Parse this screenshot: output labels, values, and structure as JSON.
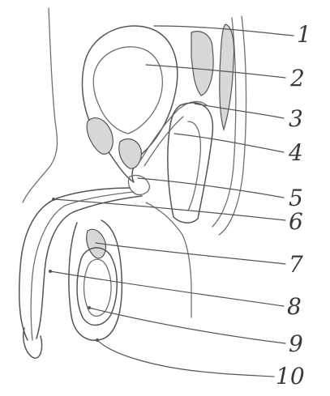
{
  "labels": [
    {
      "number": "1"
    },
    {
      "number": "2"
    },
    {
      "number": "3"
    },
    {
      "number": "4"
    },
    {
      "number": "5"
    },
    {
      "number": "6"
    },
    {
      "number": "7"
    },
    {
      "number": "8"
    },
    {
      "number": "9"
    },
    {
      "number": "10"
    }
  ],
  "colors": {
    "ink": "#555555",
    "shading": "#d8d8d8",
    "background": "#ffffff"
  }
}
